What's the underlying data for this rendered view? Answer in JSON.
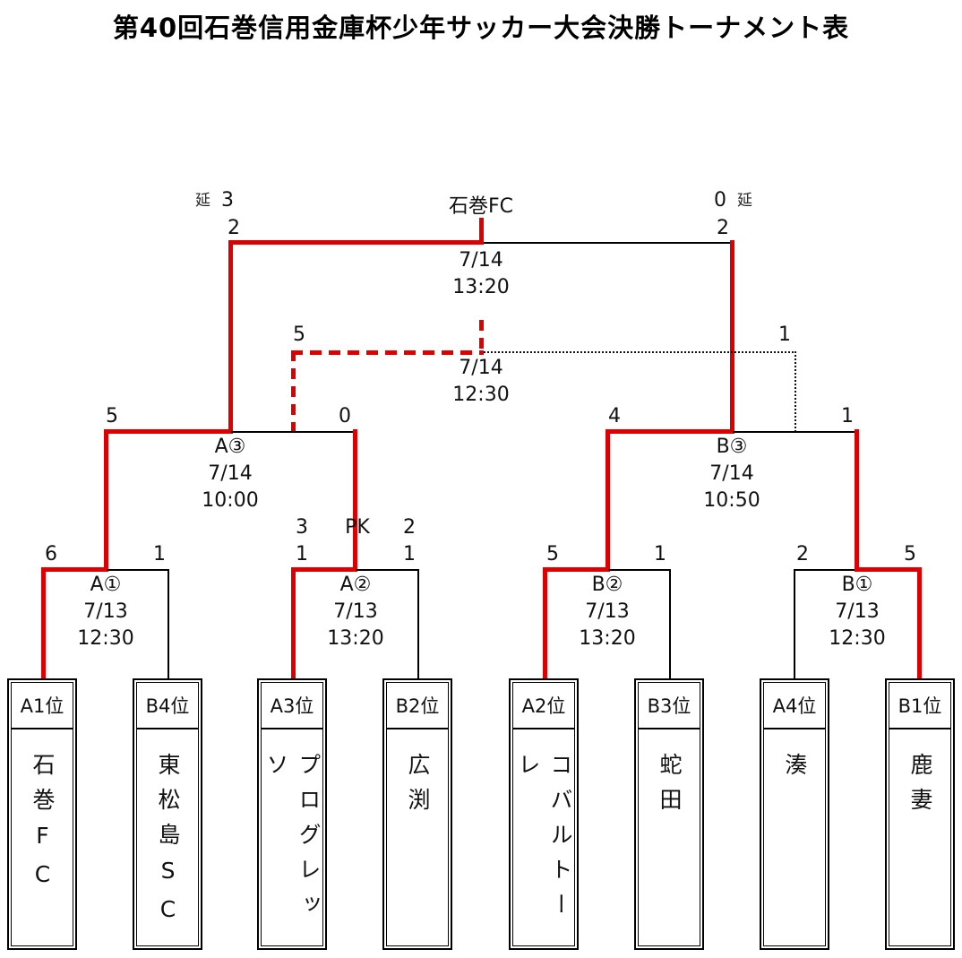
{
  "title": "第40回石巻信用金庫杯少年サッカー大会決勝トーナメント表",
  "colors": {
    "winner_line": "#dd0000",
    "line": "#000000"
  },
  "champion": "石巻FC",
  "final": {
    "date": "7/14",
    "time": "13:20",
    "left_extension_label": "延",
    "left_extension_score": "3",
    "left_score": "2",
    "right_extension_score": "0",
    "right_extension_label": "延",
    "right_score": "2"
  },
  "third_place": {
    "date": "7/14",
    "time": "12:30",
    "left_score": "5",
    "right_score": "1"
  },
  "semifinals": {
    "a3": {
      "label": "A③",
      "date": "7/14",
      "time": "10:00",
      "left_score": "5",
      "right_score": "0"
    },
    "b3": {
      "label": "B③",
      "date": "7/14",
      "time": "10:50",
      "left_score": "4",
      "right_score": "1"
    }
  },
  "quarterfinals": {
    "a1": {
      "label": "A①",
      "date": "7/13",
      "time": "12:30",
      "left_score": "6",
      "right_score": "1"
    },
    "a2": {
      "label": "A②",
      "date": "7/13",
      "time": "13:20",
      "left_pk": "3",
      "pk_label": "PK",
      "right_pk": "2",
      "left_score": "1",
      "right_score": "1"
    },
    "b2": {
      "label": "B②",
      "date": "7/13",
      "time": "13:20",
      "left_score": "5",
      "right_score": "1"
    },
    "b1": {
      "label": "B①",
      "date": "7/13",
      "time": "12:30",
      "left_score": "2",
      "right_score": "5"
    }
  },
  "teams": [
    {
      "seed": "A1位",
      "name": "石巻FC"
    },
    {
      "seed": "B4位",
      "name": "東松島SC"
    },
    {
      "seed": "A3位",
      "name": "プログレッソ"
    },
    {
      "seed": "B2位",
      "name": "広渕"
    },
    {
      "seed": "A2位",
      "name": "コバルトーレ"
    },
    {
      "seed": "B3位",
      "name": "蛇田"
    },
    {
      "seed": "A4位",
      "name": "湊"
    },
    {
      "seed": "B1位",
      "name": "鹿妻"
    }
  ]
}
